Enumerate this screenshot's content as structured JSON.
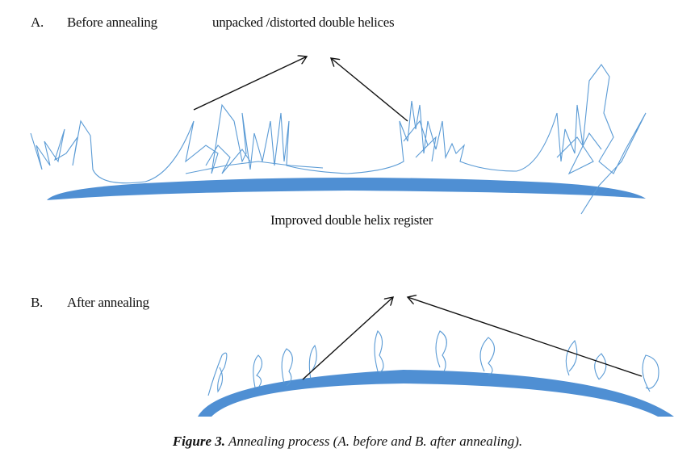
{
  "panel_a": {
    "letter": "A.",
    "title": "Before annealing",
    "annotation": "unpacked /distorted double helices"
  },
  "panel_b": {
    "letter": "B.",
    "title": "After annealing",
    "annotation": "Improved double helix register"
  },
  "caption": {
    "label": "Figure 3.",
    "text": " Annealing process (A. before and B. after annealing)."
  },
  "colors": {
    "surface": "#4f8fd3",
    "strand": "#5b9bd5",
    "arrow": "#111111"
  }
}
